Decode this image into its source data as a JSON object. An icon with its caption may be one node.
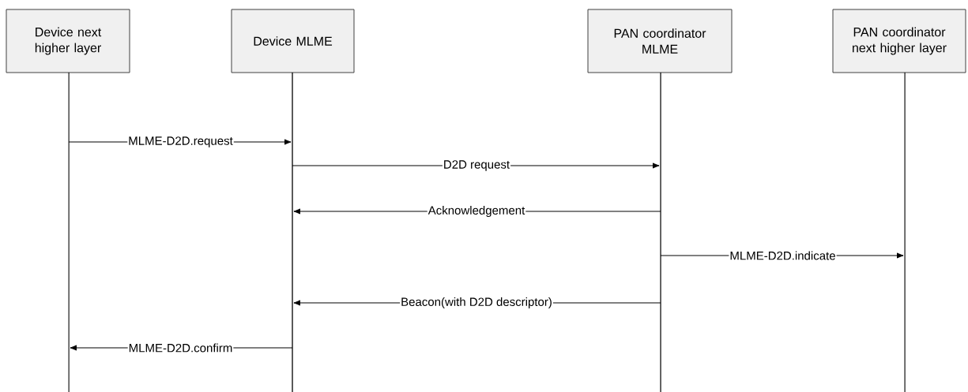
{
  "diagram": {
    "nodes": [
      {
        "text": [
          "Device next higher layer"
        ]
      },
      {
        "text": [
          "Device MLME"
        ]
      },
      {
        "text": [
          "PAN coordinator MLME"
        ]
      },
      {
        "text": [
          "PAN coordinator next higher layer"
        ]
      },
      {
        "text": [],
        "shape": "bar"
      },
      {
        "text": [],
        "shape": "bar"
      },
      {
        "text": [],
        "shape": "bar"
      },
      {
        "text": [],
        "shape": "bar"
      }
    ],
    "edges": [
      {
        "from": 4,
        "to": 5,
        "arrow": "to",
        "label": "MLME-D2D.request"
      },
      {
        "from": 5,
        "to": 6,
        "arrow": "to",
        "label": "D2D request"
      },
      {
        "from": 6,
        "to": 5,
        "arrow": "to",
        "label": "Acknowledgement"
      },
      {
        "from": 6,
        "to": 7,
        "arrow": "to",
        "label": "MLME-D2D.indicate"
      },
      {
        "from": 6,
        "to": 5,
        "arrow": "to",
        "label": "Beacon(with D2D descriptor)"
      },
      {
        "from": 5,
        "to": 4,
        "arrow": "to",
        "label": "MLME-D2D.confirm"
      }
    ]
  }
}
